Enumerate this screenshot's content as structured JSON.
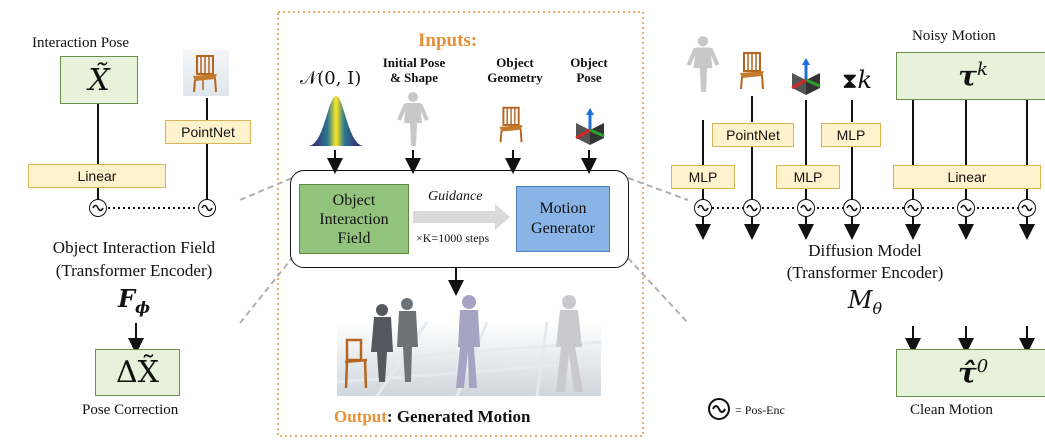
{
  "left": {
    "interaction_pose_label": "Interaction Pose",
    "interaction_pose_symbol": "X̃",
    "pointnet_label": "PointNet",
    "linear_label": "Linear",
    "field_title": "Object Interaction Field",
    "field_subtitle": "(Transformer Encoder)",
    "field_symbol": "F",
    "field_symbol_sub": "ϕ",
    "delta_symbol": "ΔX̃",
    "pose_correction_label": "Pose Correction"
  },
  "center": {
    "inputs_title": "Inputs:",
    "noise_label": "𝒩(0, I)",
    "initial_pose_label": "Initial Pose & Shape",
    "object_geometry_label": "Object Geometry",
    "object_pose_label": "Object Pose",
    "oif_label": "Object Interaction Field",
    "guidance_label": "Guidance",
    "steps_label": "×K=1000 steps",
    "motion_generator_label": "Motion Generator",
    "output_prefix": "Output",
    "output_suffix": ": Generated Motion"
  },
  "right": {
    "noisy_motion_label": "Noisy Motion",
    "tau_k": "τ",
    "tau_k_sup": "k",
    "hourglass_k": "k",
    "pointnet_label": "PointNet",
    "mlp_label": "MLP",
    "linear_label": "Linear",
    "diffusion_title": "Diffusion Model",
    "diffusion_subtitle": "(Transformer Encoder)",
    "diffusion_symbol": "M",
    "diffusion_symbol_sub": "θ",
    "tau_hat": "τ̂",
    "tau_hat_sup": "0",
    "clean_motion_label": "Clean Motion",
    "pos_enc_label": "= Pos-Enc"
  },
  "colors": {
    "accent_orange": "#e69138",
    "green_light": "#e6f2d9",
    "green_dark": "#93c47d",
    "blue": "#8ab4e6",
    "cream": "#fff2cc"
  }
}
